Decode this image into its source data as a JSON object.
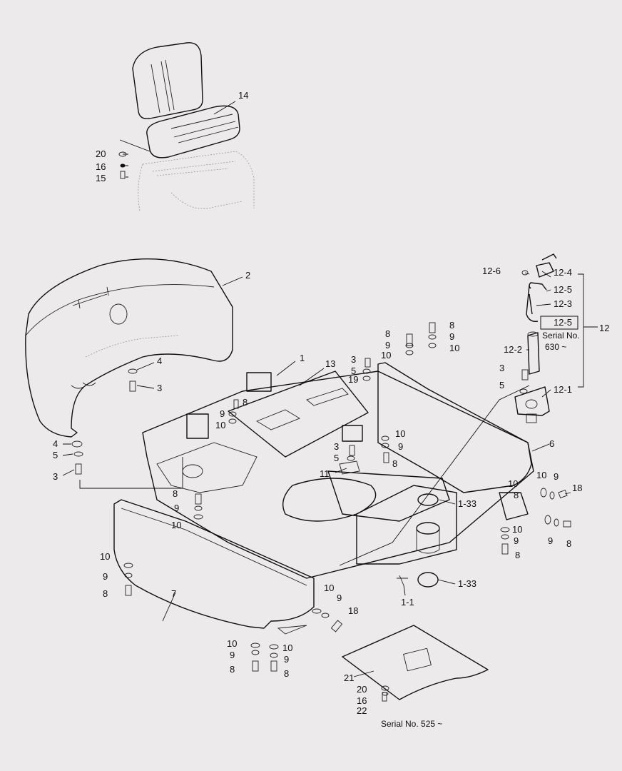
{
  "callouts": [
    "14",
    "20",
    "16",
    "15",
    "2",
    "4",
    "3",
    "4",
    "5",
    "3",
    "1",
    "13",
    "8",
    "9",
    "10",
    "3",
    "5",
    "19",
    "8",
    "9",
    "10",
    "8",
    "9",
    "10",
    "3",
    "5",
    "11",
    "10",
    "9",
    "8",
    "8",
    "9",
    "10",
    "10",
    "9",
    "8",
    "7",
    "10",
    "9",
    "18",
    "10",
    "9",
    "8",
    "10",
    "9",
    "8",
    "21",
    "20",
    "16",
    "22",
    "6",
    "1-33",
    "1-33",
    "1-1",
    "10",
    "9",
    "18",
    "10",
    "9",
    "8",
    "10",
    "8",
    "9",
    "8",
    "12-6",
    "12-4",
    "12-5",
    "12-3",
    "12-5",
    "12-2",
    "12-1",
    "12",
    "3",
    "5"
  ],
  "notes": {
    "serial_630": "Serial No.\n630 ~",
    "serial_630_line1": "Serial No.",
    "serial_630_line2": "630 ~",
    "serial_525": "Serial No. 525 ~"
  }
}
